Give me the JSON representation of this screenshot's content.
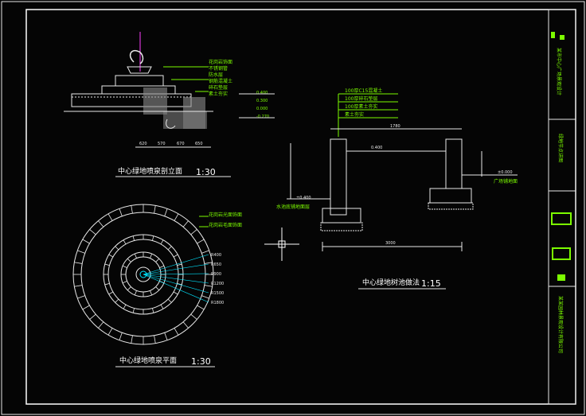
{
  "titles": {
    "elevation": "中心绿地喷泉剖立面",
    "elevation_scale": "1:30",
    "plan": "中心绿地喷泉平面",
    "plan_scale": "1:30",
    "section": "中心绿地树池做法",
    "section_scale": "1:15"
  },
  "elevation_labels": [
    "花岗岩饰面",
    "不锈钢管",
    "防水层",
    "钢筋混凝土",
    "碎石垫层",
    "素土夯实"
  ],
  "elevation_dims": [
    "620",
    "570",
    "670",
    "650"
  ],
  "elevation_levels": [
    "0.400",
    "0.300",
    "0.000",
    "-0.270"
  ],
  "section_labels": [
    "100厚C15混凝土",
    "100厚碎石垫层",
    "100厚素土夯实",
    "素土夯实"
  ],
  "section_dims": {
    "top": "1780",
    "span": "0.400",
    "bottom": "3000",
    "left_level": "±0.400",
    "right_level": "±0.000",
    "left_note": "水池底铺地面层",
    "right_note": "广场铺地面"
  },
  "plan_labels": [
    "花岗岩光面饰面",
    "花岗岩毛面饰面"
  ],
  "plan_dims": [
    "R400",
    "R650",
    "R900",
    "R1200",
    "R1500",
    "R1800"
  ],
  "titleblock": {
    "project": "某市中心广场景观设计",
    "drawing": "绿地节点详图",
    "company": "某某园林景观设计有限公司"
  },
  "colors": {
    "background": "#050505",
    "line_green": "#7CFC00",
    "line_white": "#e8e8e8",
    "accent_magenta": "#ff40ff",
    "accent_cyan": "#00e5ff"
  }
}
